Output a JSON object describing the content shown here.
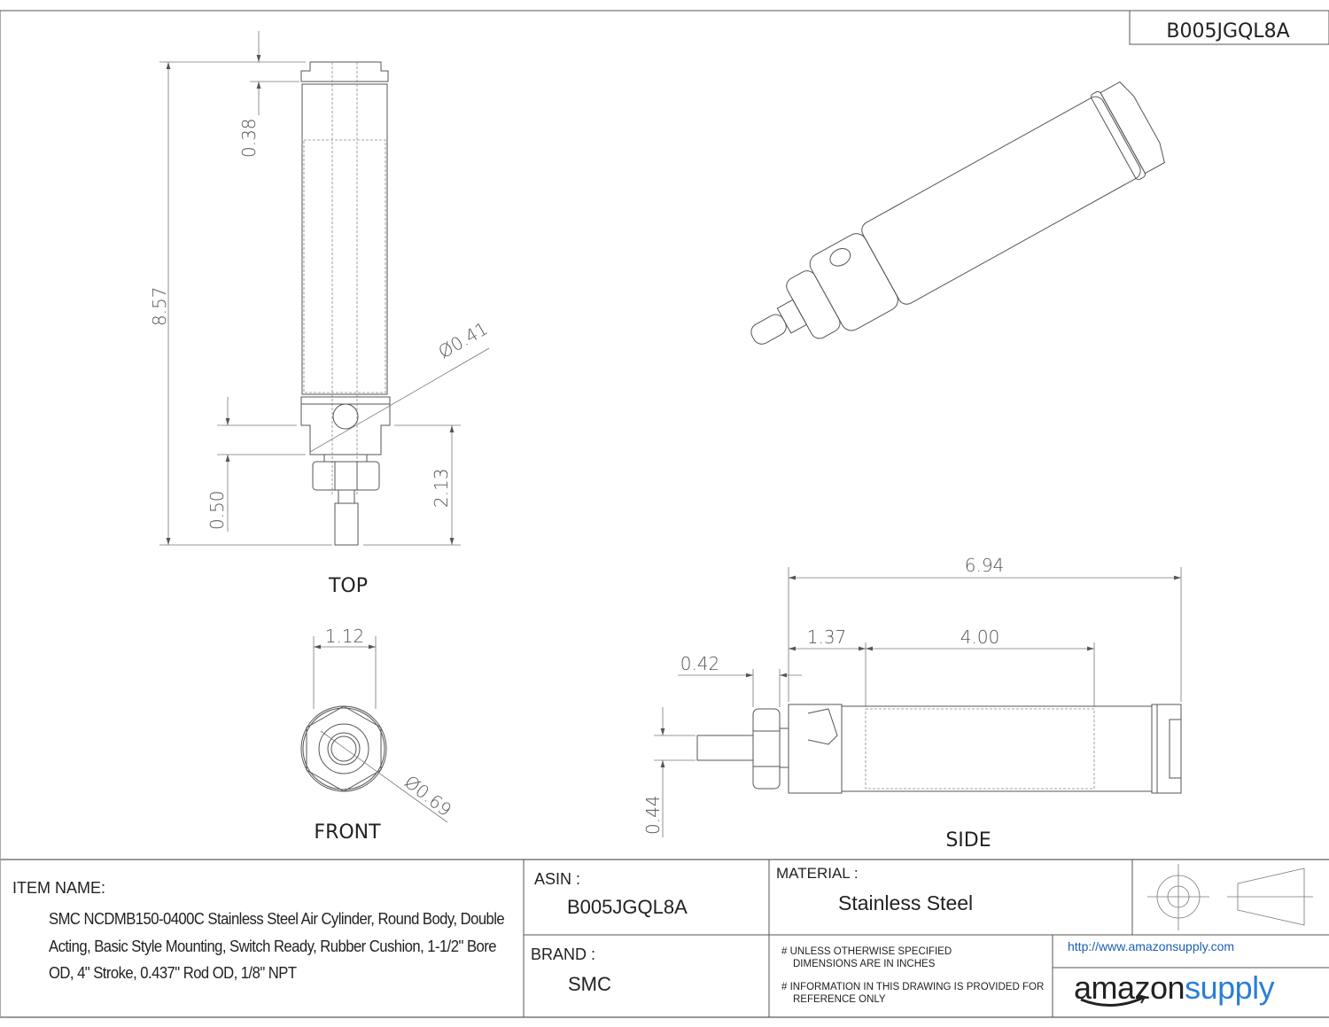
{
  "header": {
    "part_code": "B005JGQL8A"
  },
  "views": {
    "top": {
      "label": "TOP",
      "dims": {
        "overall": "8.57",
        "cap": "0.38",
        "port_dia": "Ø0.41",
        "port_offset": "0.50",
        "rod_length": "2.13"
      }
    },
    "front": {
      "label": "FRONT",
      "dims": {
        "width": "1.12",
        "rod_dia": "Ø0.69"
      }
    },
    "side": {
      "label": "SIDE",
      "dims": {
        "overall": "6.94",
        "head": "1.37",
        "stroke": "4.00",
        "nut": "0.42",
        "rod": "0.44"
      }
    }
  },
  "title_block": {
    "item_name_label": "ITEM NAME:",
    "item_name": "SMC NCDMB150-0400C Stainless Steel Air Cylinder, Round Body, Double Acting, Basic Style Mounting, Switch Ready, Rubber Cushion, 1-1/2\" Bore OD, 4\" Stroke, 0.437\" Rod OD, 1/8\" NPT",
    "asin_label": "ASIN :",
    "asin": "B005JGQL8A",
    "brand_label": "BRAND :",
    "brand": "SMC",
    "material_label": "MATERIAL :",
    "material": "Stainless Steel",
    "note1_line1": "# UNLESS OTHERWISE SPECIFIED",
    "note1_line2": "DIMENSIONS ARE IN INCHES",
    "note2_line1": "# INFORMATION IN THIS DRAWING IS PROVIDED FOR",
    "note2_line2": "REFERENCE ONLY",
    "url": "http://www.amazonsupply.com",
    "logo_word1": "amazon",
    "logo_word2": "supply",
    "link_color": "#1a5fb4",
    "logo_blue": "#2a7fd4"
  }
}
